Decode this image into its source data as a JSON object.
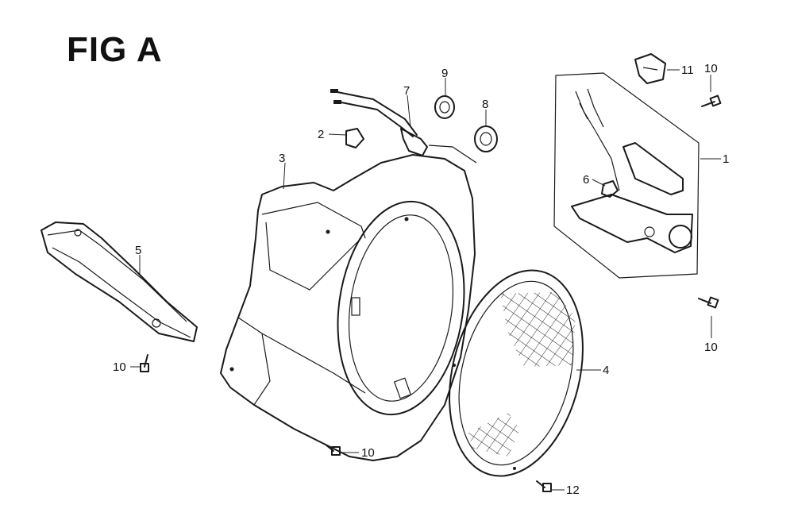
{
  "figure": {
    "title": "FIG A"
  },
  "callouts": {
    "c1": "1",
    "c2": "2",
    "c3": "3",
    "c4": "4",
    "c5": "5",
    "c6": "6",
    "c7": "7",
    "c8": "8",
    "c9": "9",
    "c10_top": "10",
    "c10_right": "10",
    "c10_left": "10",
    "c10_bottom": "10",
    "c11": "11",
    "c12": "12"
  }
}
